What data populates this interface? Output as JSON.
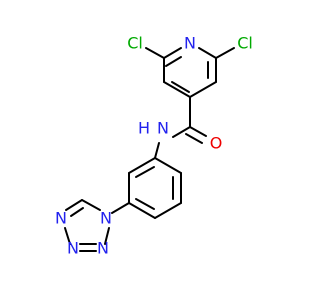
{
  "molecule": {
    "atoms": {
      "cl_left": {
        "symbol": "Cl",
        "color": "#00aa00"
      },
      "n_pyridine": {
        "symbol": "N",
        "color": "#2222ee"
      },
      "cl_right": {
        "symbol": "Cl",
        "color": "#00aa00"
      },
      "n_amide": {
        "symbol": "N",
        "color": "#2222ee"
      },
      "h_amide": {
        "symbol": "H",
        "color": "#2222ee"
      },
      "o_carbonyl": {
        "symbol": "O",
        "color": "#ee0000"
      },
      "n_tet1": {
        "symbol": "N",
        "color": "#2222ee"
      },
      "n_tet2": {
        "symbol": "N",
        "color": "#2222ee"
      },
      "n_tet3": {
        "symbol": "N",
        "color": "#2222ee"
      },
      "n_tet4": {
        "symbol": "N",
        "color": "#2222ee"
      }
    },
    "bond_color": "#000000"
  }
}
